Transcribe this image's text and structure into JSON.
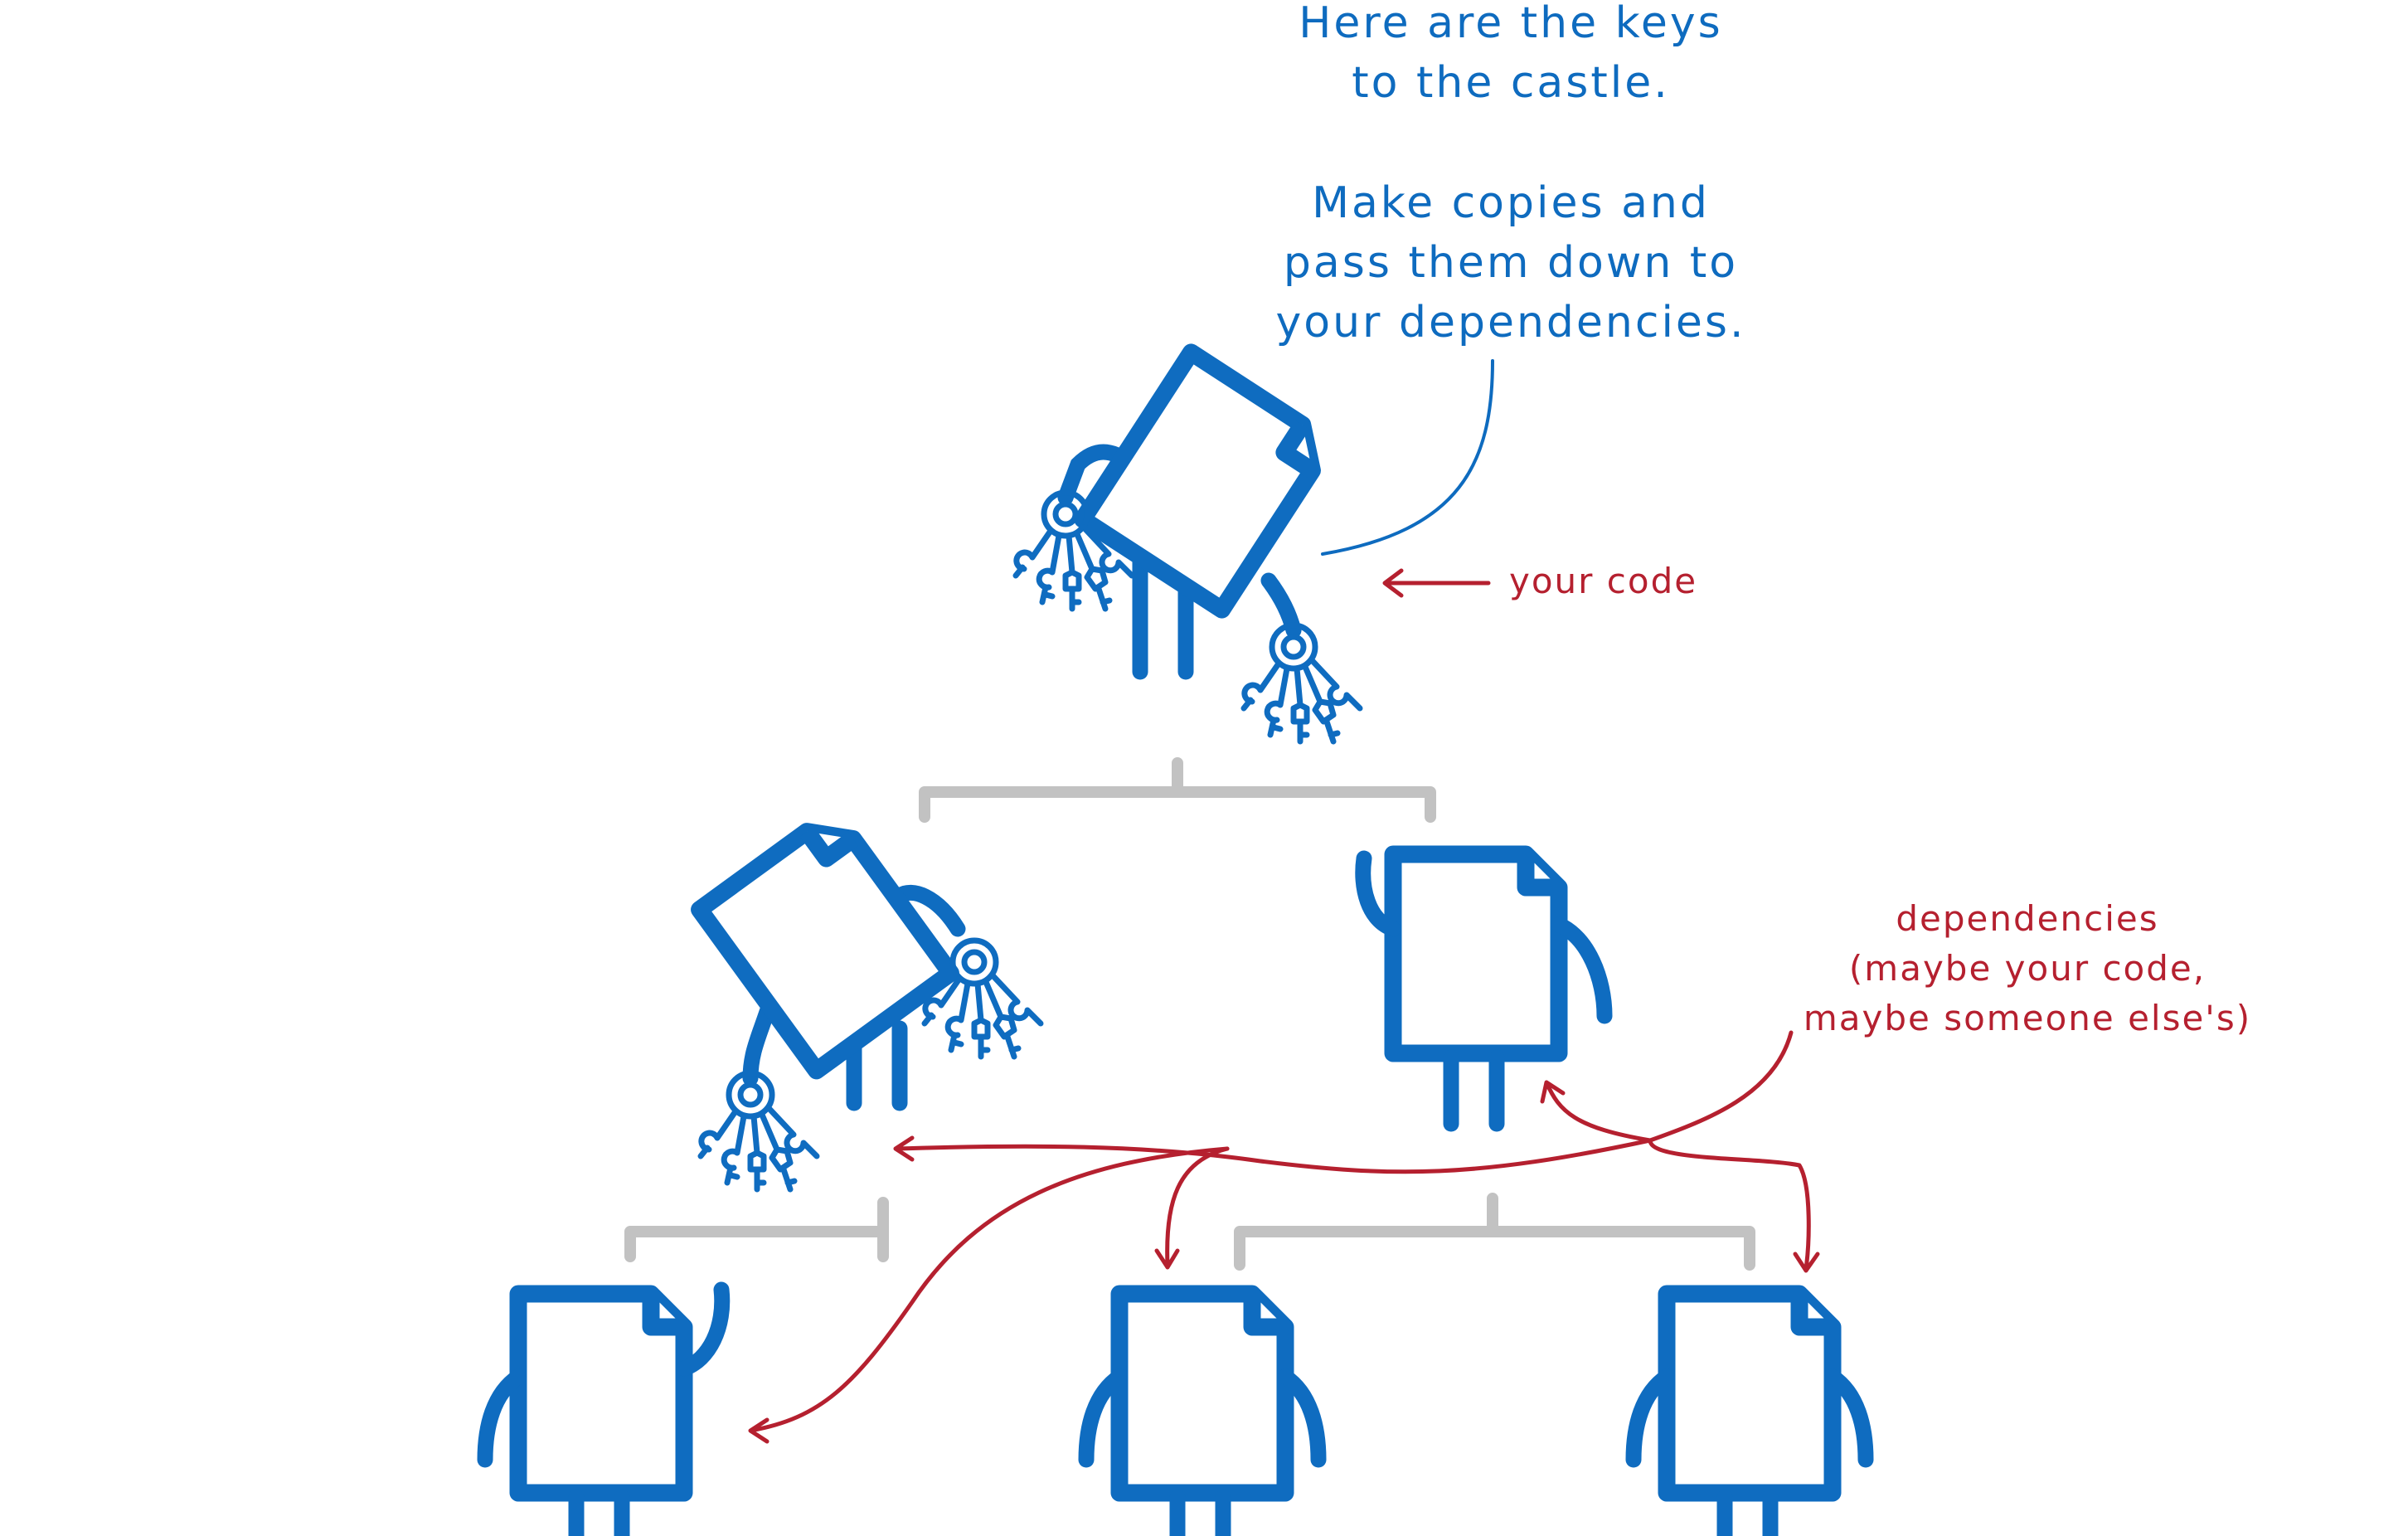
{
  "speech": {
    "line1": "Here are the keys",
    "line2": "to the castle.",
    "line3": "Make copies and",
    "line4": "pass them down to",
    "line5": "your dependencies."
  },
  "labels": {
    "your_code": "your code",
    "dependencies_line1": "dependencies",
    "dependencies_line2": "(maybe your code,",
    "dependencies_line3": "maybe someone else's)"
  },
  "colors": {
    "character_blue": "#0f6cc0",
    "annotation_red": "#b5202f",
    "tree_gray": "#c2c2c2"
  },
  "icons": [
    "document-character",
    "keyring"
  ]
}
